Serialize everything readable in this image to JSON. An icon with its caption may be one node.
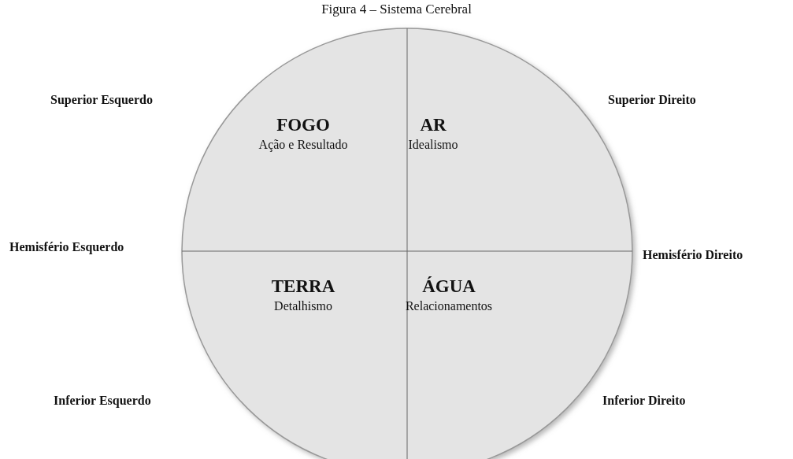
{
  "diagram": {
    "title": "Figura 4 – Sistema Cerebral",
    "nodes": [
      {
        "text": [
          "FOGO",
          "Ação e Resultado"
        ]
      },
      {
        "text": [
          "AR",
          "Idealismo"
        ]
      },
      {
        "text": [
          "TERRA",
          "Detalhismo"
        ]
      },
      {
        "text": [
          "ÁGUA",
          "Relacionamentos"
        ]
      }
    ],
    "edges": [],
    "labels": [
      "Superior Esquerdo",
      "Superior Direito",
      "Hemisfério Esquerdo",
      "Hemisfério Direito",
      "Inferior Esquerdo",
      "Inferior Direito"
    ]
  }
}
